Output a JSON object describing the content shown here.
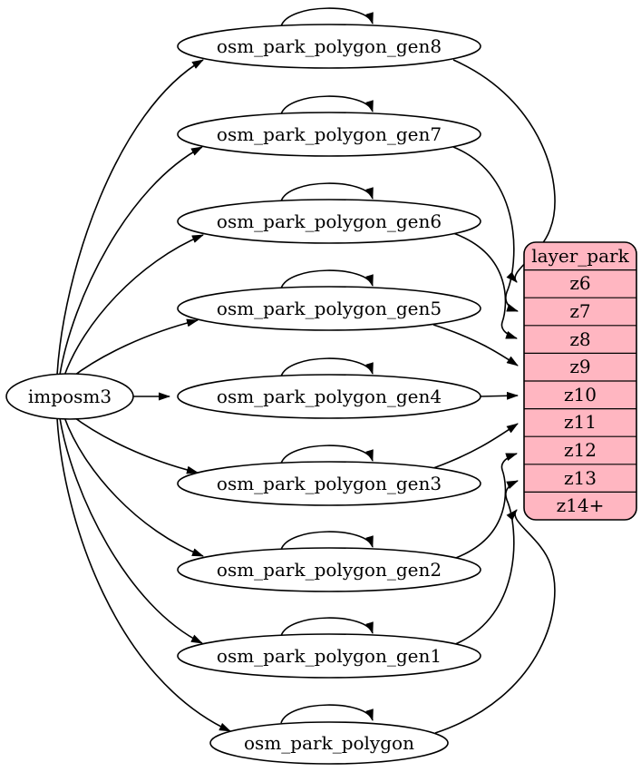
{
  "diagram": {
    "background_color": "#ffffff",
    "edge_color": "#000000",
    "node_fill": "#ffffff",
    "node_stroke": "#000000",
    "source_node": {
      "label": "imposm3"
    },
    "table_nodes": [
      {
        "label": "osm_park_polygon_gen8",
        "self_loop": true,
        "target_zoom": "z6"
      },
      {
        "label": "osm_park_polygon_gen7",
        "self_loop": true,
        "target_zoom": "z7"
      },
      {
        "label": "osm_park_polygon_gen6",
        "self_loop": true,
        "target_zoom": "z8"
      },
      {
        "label": "osm_park_polygon_gen5",
        "self_loop": true,
        "target_zoom": "z9"
      },
      {
        "label": "osm_park_polygon_gen4",
        "self_loop": true,
        "target_zoom": "z10"
      },
      {
        "label": "osm_park_polygon_gen3",
        "self_loop": true,
        "target_zoom": "z11"
      },
      {
        "label": "osm_park_polygon_gen2",
        "self_loop": true,
        "target_zoom": "z12"
      },
      {
        "label": "osm_park_polygon_gen1",
        "self_loop": true,
        "target_zoom": "z13"
      },
      {
        "label": "osm_park_polygon",
        "self_loop": true,
        "target_zoom": "z14+"
      }
    ],
    "layer_node": {
      "title": "layer_park",
      "rows": [
        "z6",
        "z7",
        "z8",
        "z9",
        "z10",
        "z11",
        "z12",
        "z13",
        "z14+"
      ],
      "fill": "#ffb6c1",
      "stroke": "#000000"
    }
  }
}
